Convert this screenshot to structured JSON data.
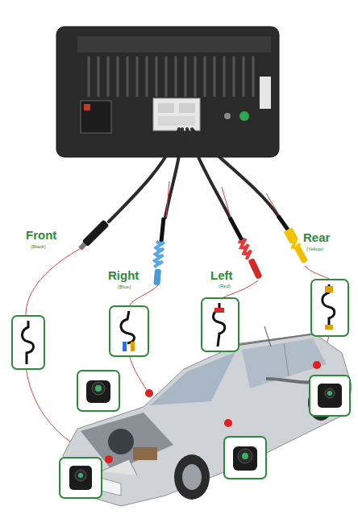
{
  "diagram": {
    "labels": [
      "Front",
      "(Black)",
      "Right",
      "(Blue)",
      "Left",
      "(Red)",
      "Rear",
      "(Yellow)"
    ]
  }
}
